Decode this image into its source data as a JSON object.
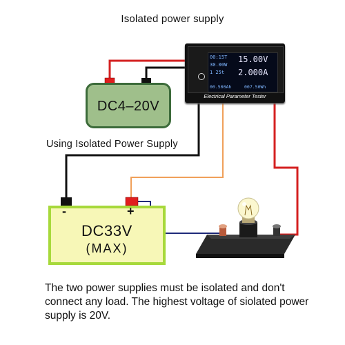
{
  "title": "Isolated power supply",
  "iso_label": "Using Isolated Power Supply",
  "footer_text": "The two power supplies must be isolated and don't connect any load. The highest voltage of siolated power supply is 20V.",
  "small_supply": {
    "label": "DC4–20V"
  },
  "big_supply": {
    "label_line1": "DC33V",
    "label_line2": "(MAX)",
    "minus": "-",
    "plus": "+"
  },
  "meter": {
    "name": "Electrical Parameter Tester",
    "time": "00:15T",
    "power": "30.00W",
    "temp": "1 25t",
    "voltage": "15.00V",
    "current": "2.000A",
    "amp_hours": "00.500Ah",
    "watt_hours": "007.50Wh"
  },
  "colors": {
    "wire_red": "#d42020",
    "wire_black": "#111111",
    "wire_orange": "#f0a05a",
    "wire_navy": "#1f2a7a",
    "small_supply_fill": "#9fbf8b",
    "big_supply_fill": "#f7f7b7",
    "big_supply_border": "#a7d93b"
  }
}
